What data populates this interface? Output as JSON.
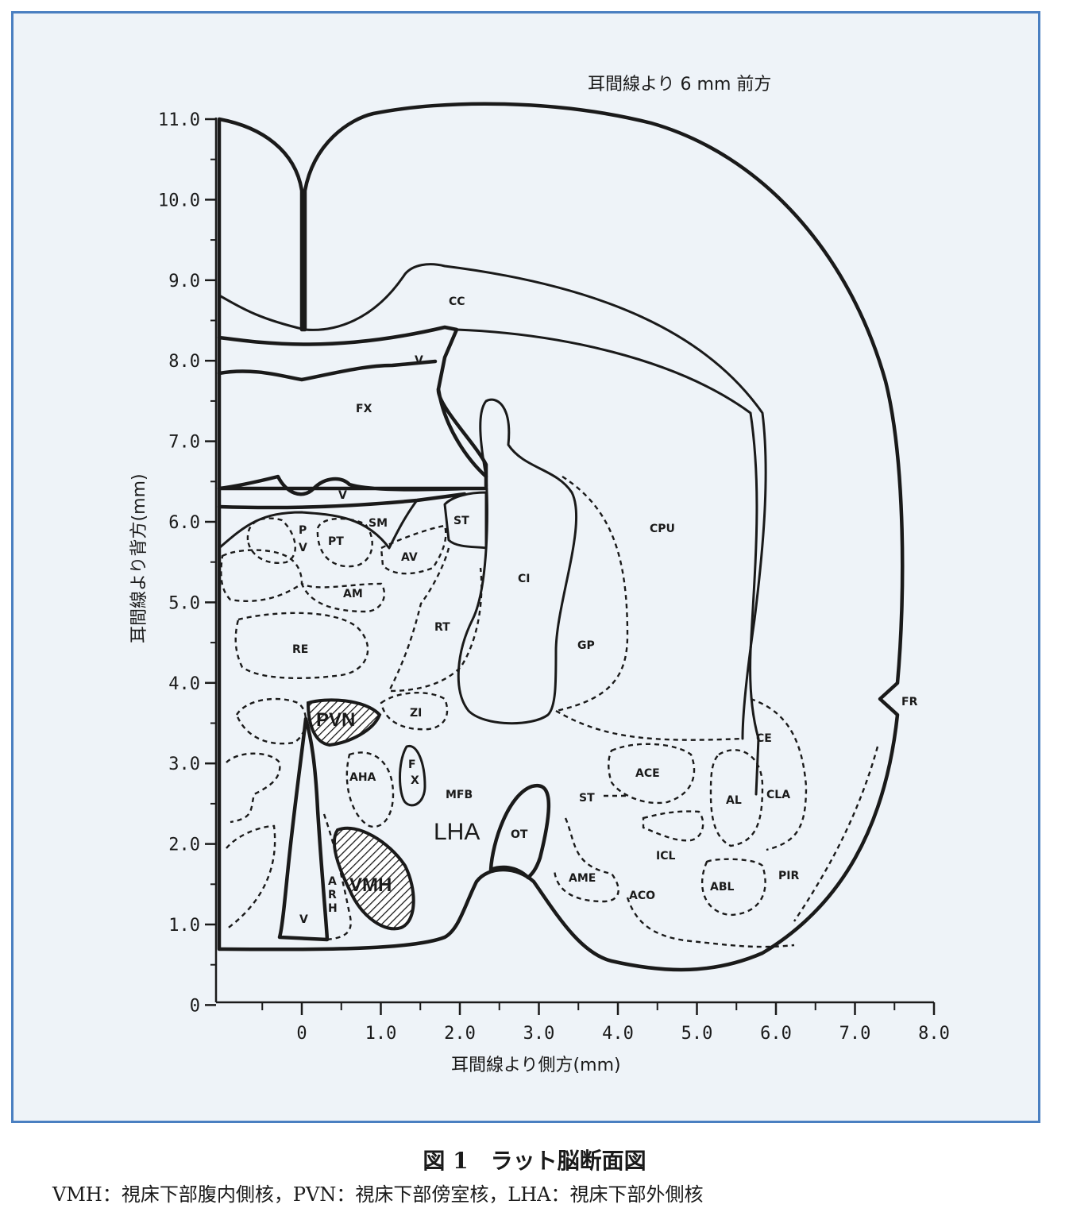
{
  "diagram": {
    "title": "耳間線より 6 mm 前方",
    "y_axis_label": "耳間線より背方(mm)",
    "x_axis_label": "耳間線より側方(mm)",
    "y_ticks": [
      "11.0",
      "10.0",
      "9.0",
      "8.0",
      "7.0",
      "6.0",
      "5.0",
      "4.0",
      "3.0",
      "2.0",
      "1.0",
      "0"
    ],
    "x_ticks": [
      "0",
      "1.0",
      "2.0",
      "3.0",
      "4.0",
      "5.0",
      "6.0",
      "7.0",
      "8.0"
    ],
    "regions": {
      "cc": "CC",
      "v_top": "V",
      "fx_top": "FX",
      "v_mid": "V",
      "st_top": "ST",
      "sm": "SM",
      "p": "P",
      "pv_v": "V",
      "pt": "PT",
      "av": "AV",
      "am": "AM",
      "ci": "CI",
      "cpu": "CPU",
      "rt": "RT",
      "re": "RE",
      "gp": "GP",
      "pvn": "PVN",
      "zi": "ZI",
      "fr": "FR",
      "ce": "CE",
      "aha": "AHA",
      "f": "F",
      "x": "X",
      "mfb": "MFB",
      "ace": "ACE",
      "st_low": "ST",
      "al": "AL",
      "cla": "CLA",
      "lha": "LHA",
      "ot": "OT",
      "icl": "ICL",
      "ame": "AME",
      "aco": "ACO",
      "abl": "ABL",
      "pir": "PIR",
      "a": "A",
      "r": "R",
      "h": "H",
      "vmh": "VMH",
      "v_low": "V"
    }
  },
  "caption": {
    "title": "図 1　ラット脳断面図",
    "body": "VMH：視床下部腹内側核，PVN：視床下部傍室核，LHA：視床下部外側核"
  }
}
